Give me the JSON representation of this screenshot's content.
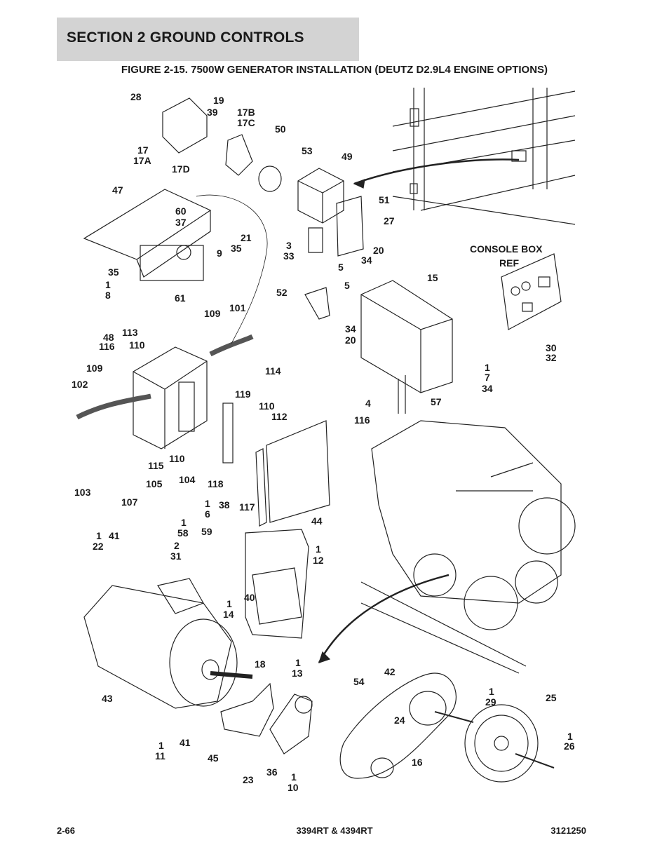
{
  "header": {
    "section": "SECTION 2   GROUND CONTROLS"
  },
  "figure": {
    "title": "FIGURE 2-15. 7500W GENERATOR INSTALLATION (DEUTZ D2.9L4 ENGINE OPTIONS)"
  },
  "callouts": {
    "c28": "28",
    "c19": "19",
    "c39": "39",
    "c17b": "17B",
    "c17c": "17C",
    "c50": "50",
    "c17": "17",
    "c17a": "17A",
    "c17d": "17D",
    "c53": "53",
    "c49": "49",
    "c47": "47",
    "c60": "60",
    "c37": "37",
    "c21": "21",
    "c9": "9",
    "c35a": "35",
    "c51": "51",
    "c27": "27",
    "c3": "3",
    "c33": "33",
    "c20a": "20",
    "c34a": "34",
    "c5a": "5",
    "c35b": "35",
    "c1a": "1",
    "c8": "8",
    "c61": "61",
    "c52": "52",
    "c5b": "5",
    "c15": "15",
    "c34b": "34",
    "c20b": "20",
    "c109a": "109",
    "c101": "101",
    "c113": "113",
    "c48": "48",
    "c116a": "116",
    "c110a": "110",
    "c109b": "109",
    "c102": "102",
    "c114": "114",
    "c119": "119",
    "c110b": "110",
    "c112": "112",
    "c116b": "116",
    "c4": "4",
    "c57": "57",
    "c1b": "1",
    "c7": "7",
    "c34c": "34",
    "c115": "115",
    "c110c": "110",
    "c104": "104",
    "c105": "105",
    "c103": "103",
    "c107": "107",
    "c118": "118",
    "c117": "117",
    "c1c": "1",
    "c6": "6",
    "c38": "38",
    "c44": "44",
    "c1d": "1",
    "c58": "58",
    "c59": "59",
    "c1e": "1",
    "c22": "22",
    "c41a": "41",
    "c2": "2",
    "c31": "31",
    "c1f": "1",
    "c12": "12",
    "c40": "40",
    "c1g": "1",
    "c14": "14",
    "c18": "18",
    "c1h": "1",
    "c13": "13",
    "c42": "42",
    "c54": "54",
    "c1i": "1",
    "c29": "29",
    "c25": "25",
    "c43": "43",
    "c24": "24",
    "c1j": "1",
    "c26": "26",
    "c41b": "41",
    "c1k": "1",
    "c11": "11",
    "c45": "45",
    "c16": "16",
    "c36": "36",
    "c23": "23",
    "c1l": "1",
    "c10": "10",
    "c30": "30",
    "c32": "32"
  },
  "console": {
    "line1": "CONSOLE BOX",
    "line2": "REF"
  },
  "footer": {
    "page": "2-66",
    "model": "3394RT & 4394RT",
    "doc": "3121250"
  }
}
